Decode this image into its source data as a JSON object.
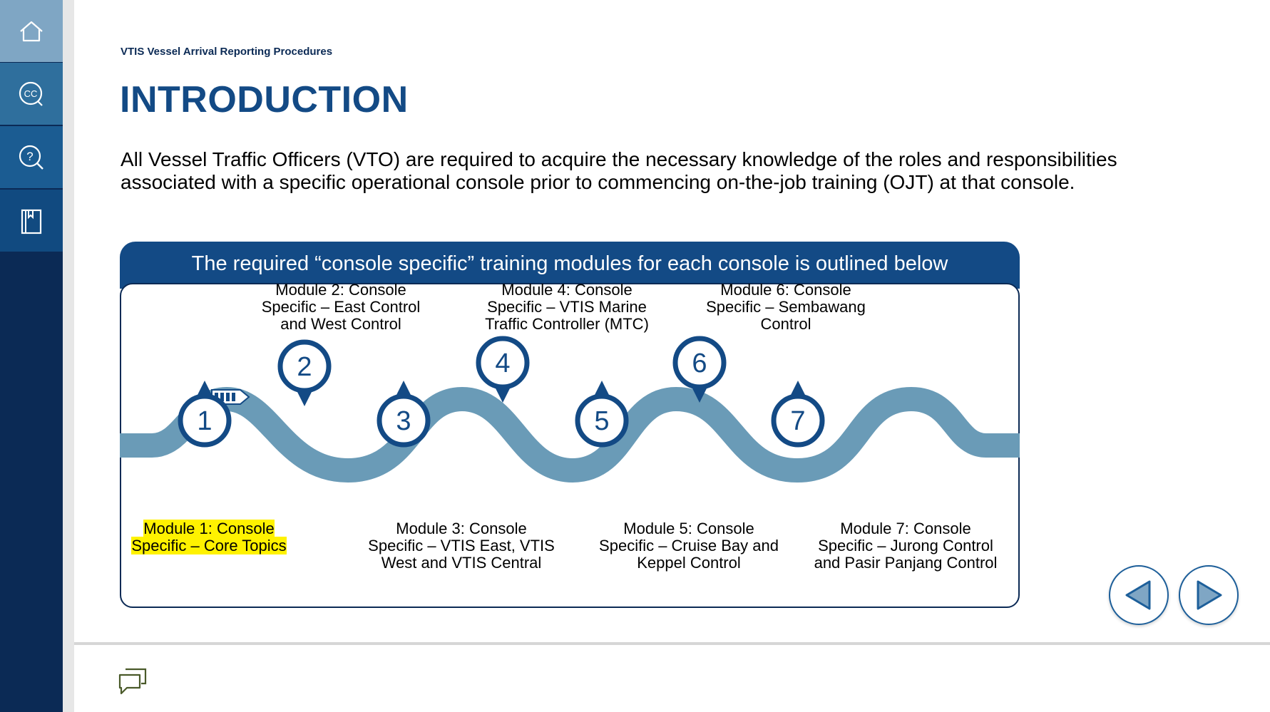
{
  "sidebar": {
    "items": [
      {
        "icon": "home-icon"
      },
      {
        "icon": "closed-caption-icon",
        "label": "CC"
      },
      {
        "icon": "search-help-icon",
        "label": "?"
      },
      {
        "icon": "glossary-book-icon"
      }
    ]
  },
  "header": {
    "course_title": "VTIS Vessel Arrival Reporting Procedures",
    "page_title": "INTRODUCTION"
  },
  "intro_text": "All Vessel Traffic Officers (VTO) are required to acquire the necessary knowledge of the roles and responsibilities associated with a specific operational console prior to commencing on-the-job training (OJT) at that console.",
  "panel": {
    "header": "The required “console specific” training modules for each console is outlined below",
    "modules": [
      {
        "number": "1",
        "label": "Module 1:  Console\nSpecific – Core Topics",
        "highlighted": true
      },
      {
        "number": "2",
        "label": "Module 2:  Console\nSpecific – East Control\nand West Control"
      },
      {
        "number": "3",
        "label": "Module 3: Console\nSpecific – VTIS East, VTIS\nWest and VTIS Central"
      },
      {
        "number": "4",
        "label": "Module 4: Console\nSpecific – VTIS Marine\nTraffic Controller (MTC)"
      },
      {
        "number": "5",
        "label": "Module 5:  Console\nSpecific – Cruise Bay and\nKeppel Control"
      },
      {
        "number": "6",
        "label": "Module 6:  Console\nSpecific – Sembawang\nControl"
      },
      {
        "number": "7",
        "label": "Module 7:  Console\nSpecific – Jurong Control\nand Pasir Panjang Control"
      }
    ]
  },
  "colors": {
    "sidebar": "#0b2a55",
    "title": "#134a85",
    "road": "#6a9bb7",
    "pin": "#134a85",
    "highlight": "#fff200"
  },
  "navigation": {
    "prev_icon": "triangle-left-icon",
    "next_icon": "triangle-right-icon",
    "notes_icon": "chat-bubbles-icon"
  }
}
